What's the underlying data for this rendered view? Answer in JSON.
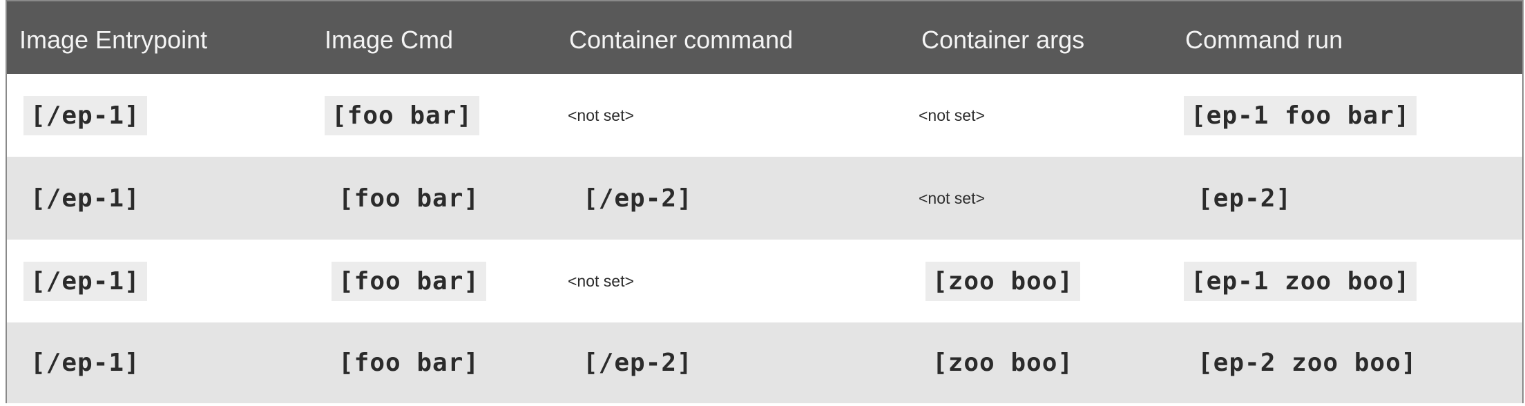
{
  "table": {
    "headers": [
      "Image Entrypoint",
      "Image Cmd",
      "Container command",
      "Container args",
      "Command run"
    ],
    "rows": [
      [
        "[/ep-1]",
        "[foo bar]",
        "<not set>",
        "<not set>",
        "[ep-1 foo bar]"
      ],
      [
        "[/ep-1]",
        "[foo bar]",
        "[/ep-2]",
        "<not set>",
        "[ep-2]"
      ],
      [
        "[/ep-1]",
        "[foo bar]",
        "<not set>",
        "[zoo boo]",
        "[ep-1 zoo boo]"
      ],
      [
        "[/ep-1]",
        "[foo bar]",
        "[/ep-2]",
        "[zoo boo]",
        "[ep-2 zoo boo]"
      ]
    ]
  },
  "colors": {
    "header_bg": "#595959",
    "header_text": "#f4f4f4",
    "alt_row_bg": "#e4e4e4",
    "code_bg": "#ececec",
    "text": "#2b2b2b"
  }
}
